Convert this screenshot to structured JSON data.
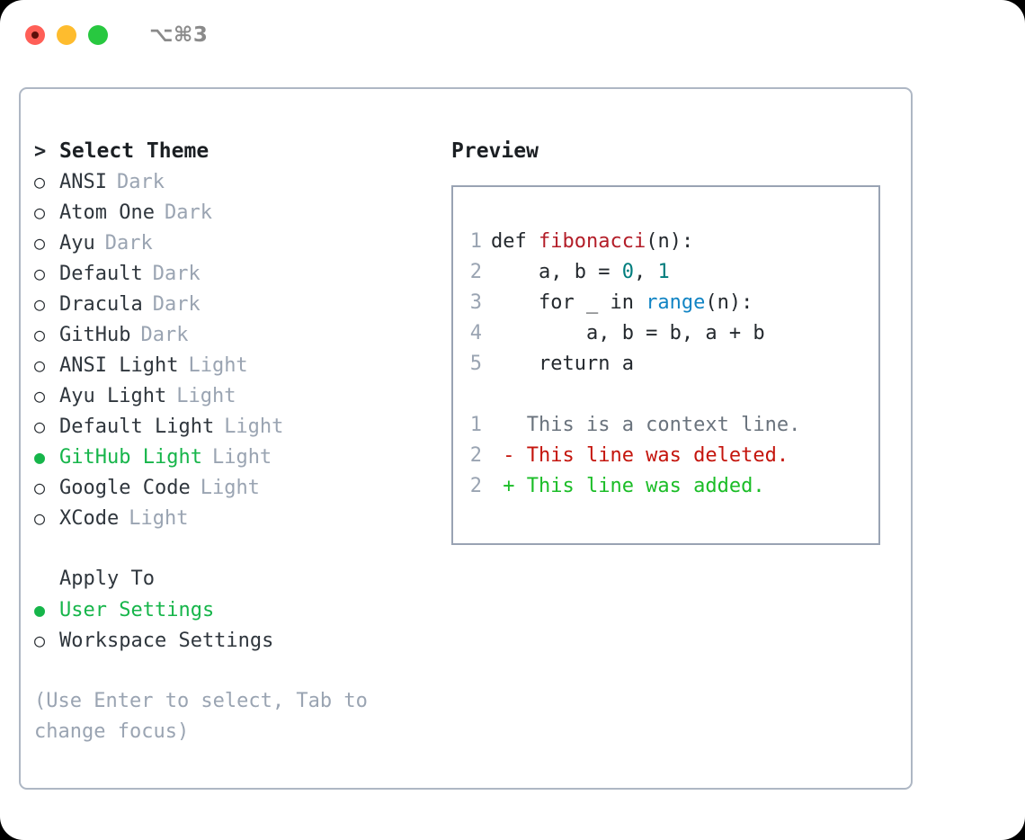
{
  "titlebar": {
    "lights": [
      {
        "name": "close",
        "color": "#ff5f57"
      },
      {
        "name": "minimize",
        "color": "#febc2e"
      },
      {
        "name": "maximize",
        "color": "#28c840"
      }
    ],
    "shortcut": "⌥⌘3"
  },
  "theme_picker": {
    "heading": {
      "caret": ">",
      "label": "Select Theme"
    },
    "selected_theme": "GitHub Light",
    "markers": {
      "selected": "●",
      "unselected": "○"
    },
    "items": [
      {
        "label": "ANSI",
        "variant": "Dark",
        "selected": false
      },
      {
        "label": "Atom One",
        "variant": "Dark",
        "selected": false
      },
      {
        "label": "Ayu",
        "variant": "Dark",
        "selected": false
      },
      {
        "label": "Default",
        "variant": "Dark",
        "selected": false
      },
      {
        "label": "Dracula",
        "variant": "Dark",
        "selected": false
      },
      {
        "label": "GitHub",
        "variant": "Dark",
        "selected": false
      },
      {
        "label": "ANSI Light",
        "variant": "Light",
        "selected": false
      },
      {
        "label": "Ayu Light",
        "variant": "Light",
        "selected": false
      },
      {
        "label": "Default Light",
        "variant": "Light",
        "selected": false
      },
      {
        "label": "GitHub Light",
        "variant": "Light",
        "selected": true
      },
      {
        "label": "Google Code",
        "variant": "Light",
        "selected": false
      },
      {
        "label": "XCode",
        "variant": "Light",
        "selected": false
      }
    ]
  },
  "apply_to": {
    "label": "Apply To",
    "selected_option": "User Settings",
    "options": [
      {
        "label": "User Settings",
        "selected": true
      },
      {
        "label": "Workspace Settings",
        "selected": false
      }
    ]
  },
  "hint": "(Use Enter to select, Tab to change focus)",
  "preview": {
    "title": "Preview",
    "code_lines": [
      {
        "number": "1",
        "tokens": [
          {
            "text": "def ",
            "type": "plain"
          },
          {
            "text": "fibonacci",
            "type": "func"
          },
          {
            "text": "(n):",
            "type": "plain"
          }
        ]
      },
      {
        "number": "2",
        "tokens": [
          {
            "text": "    a, b = ",
            "type": "plain"
          },
          {
            "text": "0",
            "type": "num"
          },
          {
            "text": ", ",
            "type": "plain"
          },
          {
            "text": "1",
            "type": "num"
          }
        ]
      },
      {
        "number": "3",
        "tokens": [
          {
            "text": "    for _ in ",
            "type": "plain"
          },
          {
            "text": "range",
            "type": "builtin"
          },
          {
            "text": "(n):",
            "type": "plain"
          }
        ]
      },
      {
        "number": "4",
        "tokens": [
          {
            "text": "        a, b = b, a + b",
            "type": "plain"
          }
        ]
      },
      {
        "number": "5",
        "tokens": [
          {
            "text": "    return a",
            "type": "plain"
          }
        ]
      }
    ],
    "diff_lines": [
      {
        "number": "1",
        "marker": " ",
        "text": "This is a context line.",
        "type": "context"
      },
      {
        "number": "2",
        "marker": "-",
        "text": "This line was deleted.",
        "type": "del"
      },
      {
        "number": "2",
        "marker": "+",
        "text": "This line was added.",
        "type": "add"
      }
    ]
  },
  "colors": {
    "accent_green": "#16b54a",
    "muted": "#9aa4b2",
    "text": "#24292e",
    "border": "#aeb7c4",
    "preview_border": "#99a3b3",
    "syntax_function": "#b31d28",
    "syntax_number": "#007d7d",
    "syntax_builtin": "#1184c4",
    "diff_deleted": "#c4150d",
    "diff_added": "#1bbd27",
    "diff_context": "#6a737d"
  }
}
